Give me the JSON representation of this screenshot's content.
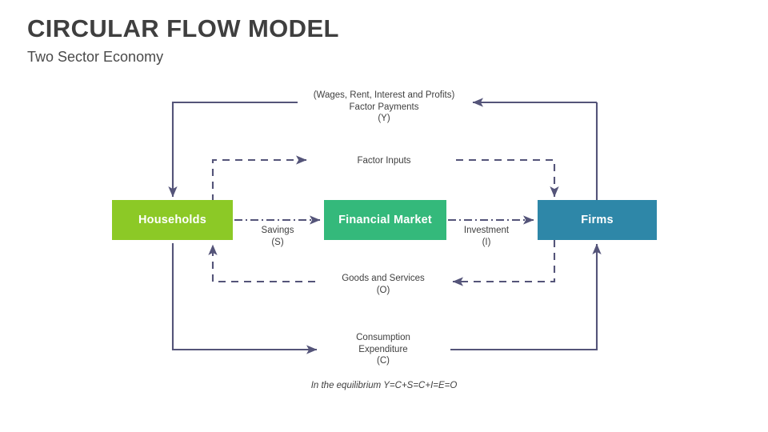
{
  "header": {
    "title": "CIRCULAR FLOW MODEL",
    "subtitle": "Two Sector Economy"
  },
  "diagram": {
    "type": "circular-flow",
    "nodes": [
      {
        "id": "households",
        "label": "Households",
        "color": "#8CC926"
      },
      {
        "id": "financial-market",
        "label": "Financial Market",
        "color": "#34B97B"
      },
      {
        "id": "firms",
        "label": "Firms",
        "color": "#2E87A8"
      }
    ],
    "line_color": "#545479",
    "flows": [
      {
        "id": "factor-payments",
        "line1": "(Wages, Rent, Interest and Profits)",
        "line2": "Factor Payments",
        "line3": "(Y)",
        "from": "firms",
        "to": "households",
        "style": "solid"
      },
      {
        "id": "factor-inputs",
        "line1": "Factor Inputs",
        "line2": "",
        "line3": "",
        "from": "households",
        "to": "firms",
        "style": "dashed"
      },
      {
        "id": "savings",
        "line1": "Savings",
        "line2": "(S)",
        "line3": "",
        "from": "households",
        "to": "financial-market",
        "style": "dash-dot"
      },
      {
        "id": "investment",
        "line1": "Investment",
        "line2": "(I)",
        "line3": "",
        "from": "financial-market",
        "to": "firms",
        "style": "dash-dot"
      },
      {
        "id": "goods-and-services",
        "line1": "Goods and Services",
        "line2": "(O)",
        "line3": "",
        "from": "firms",
        "to": "households",
        "style": "dashed"
      },
      {
        "id": "consumption-expenditure",
        "line1": "Consumption",
        "line2": "Expenditure",
        "line3": "(C)",
        "from": "households",
        "to": "firms",
        "style": "solid"
      }
    ],
    "note": "In the equilibrium Y=C+S=C+I=E=O"
  }
}
